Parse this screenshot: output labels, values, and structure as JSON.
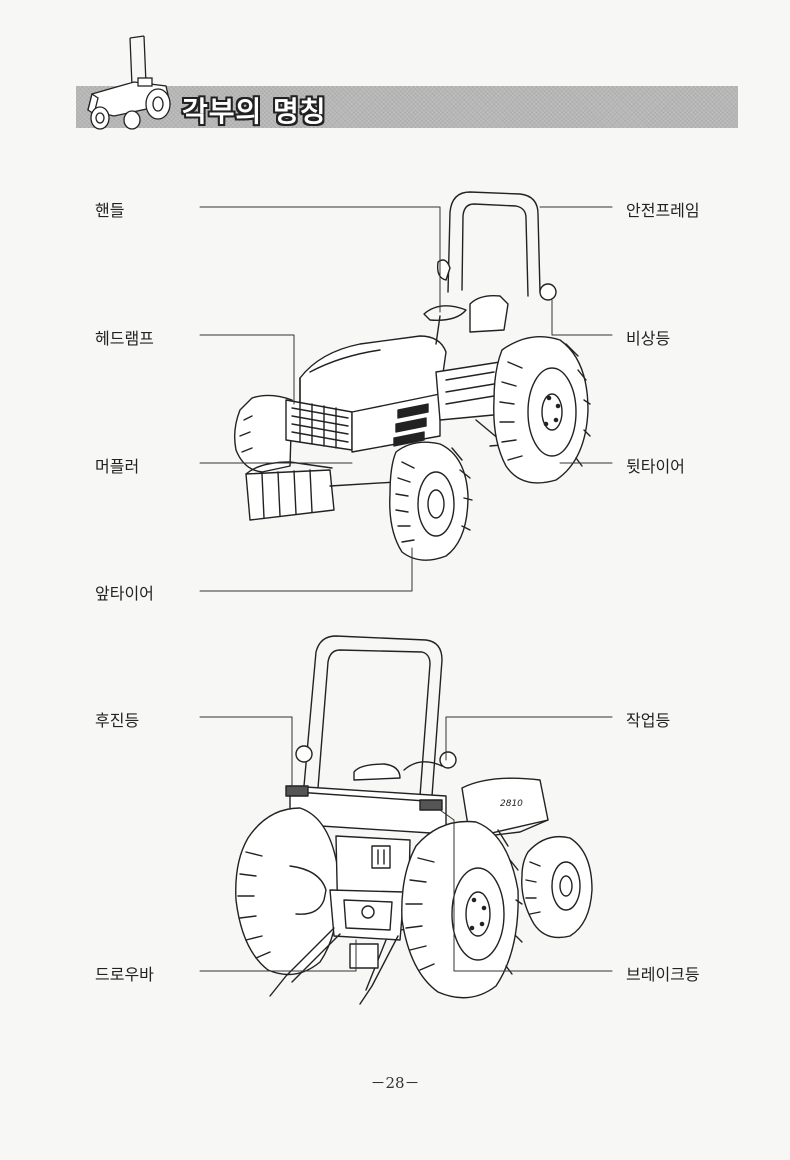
{
  "header": {
    "title": "각부의 명칭",
    "logo_icon": "tractor-icon"
  },
  "figure_front": {
    "labels": {
      "handle": "핸들",
      "safety_frame": "안전프레임",
      "headlamp": "헤드램프",
      "emergency_light": "비상등",
      "muffler": "머플러",
      "rear_tire": "뒷타이어",
      "front_tire": "앞타이어"
    }
  },
  "figure_rear": {
    "labels": {
      "tail_light": "후진등",
      "work_light": "작업등",
      "drawbar": "드로우바",
      "brake_light": "브레이크등"
    },
    "model_badge": "2810"
  },
  "footer": {
    "page_number": "－28－"
  }
}
